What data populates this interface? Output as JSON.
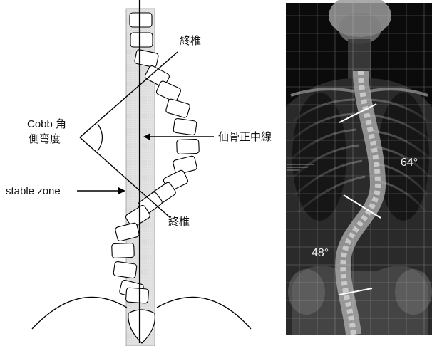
{
  "diagram": {
    "labels": {
      "end_vertebra_top": "終椎",
      "end_vertebra_bottom": "終椎",
      "cobb_angle_line1": "Cobb 角",
      "cobb_angle_line2": "側弯度",
      "csvl": "仙骨正中線",
      "stable_zone": "stable zone"
    }
  },
  "xray": {
    "angle_upper": "64°",
    "angle_lower": "48°"
  },
  "colors": {
    "line": "#000000",
    "band": "#e2e2e2",
    "xray_background": "#0b0b0b",
    "measure_line": "#ffffff"
  }
}
